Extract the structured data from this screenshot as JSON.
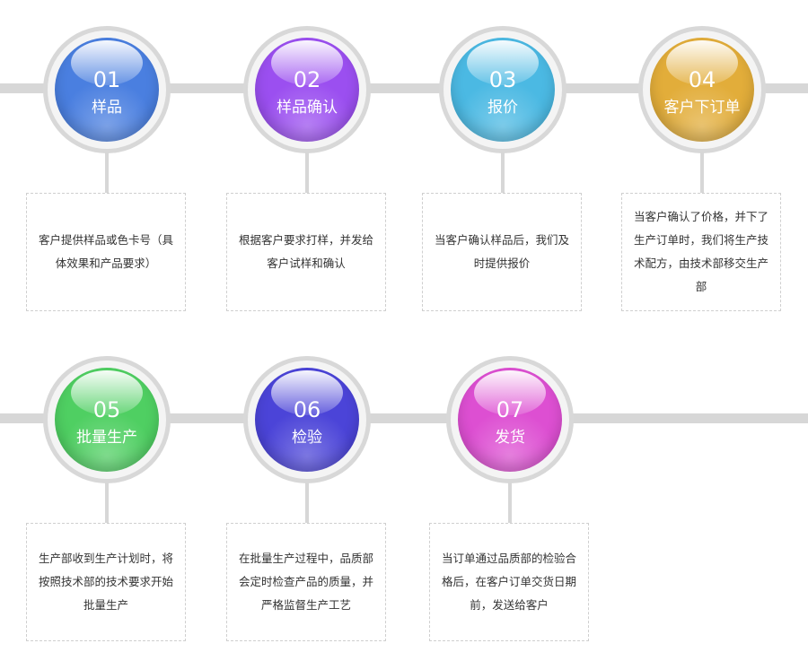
{
  "steps": [
    {
      "num": "01",
      "title": "样品",
      "desc": "客户提供样品或色卡号（具体效果和产品要求）",
      "color": "#4a7fe0"
    },
    {
      "num": "02",
      "title": "样品确认",
      "desc": "根据客户要求打样，并发给客户试样和确认",
      "color": "#9b4ff0"
    },
    {
      "num": "03",
      "title": "报价",
      "desc": "当客户确认样品后，我们及时提供报价",
      "color": "#4bb9e3"
    },
    {
      "num": "04",
      "title": "客户下订单",
      "desc": "当客户确认了价格，并下了生产订单时，我们将生产技术配方，由技术部移交生产部",
      "color": "#e2ad3a"
    },
    {
      "num": "05",
      "title": "批量生产",
      "desc": "生产部收到生产计划时，将按照技术部的技术要求开始批量生产",
      "color": "#4fcf62"
    },
    {
      "num": "06",
      "title": "检验",
      "desc": "在批量生产过程中，品质部会定时检查产品的质量，并严格监督生产工艺",
      "color": "#4b44d8"
    },
    {
      "num": "07",
      "title": "发货",
      "desc": "当订单通过品质部的检验合格后，在客户订单交货日期前，发送给客户",
      "color": "#dd4fd2"
    }
  ]
}
